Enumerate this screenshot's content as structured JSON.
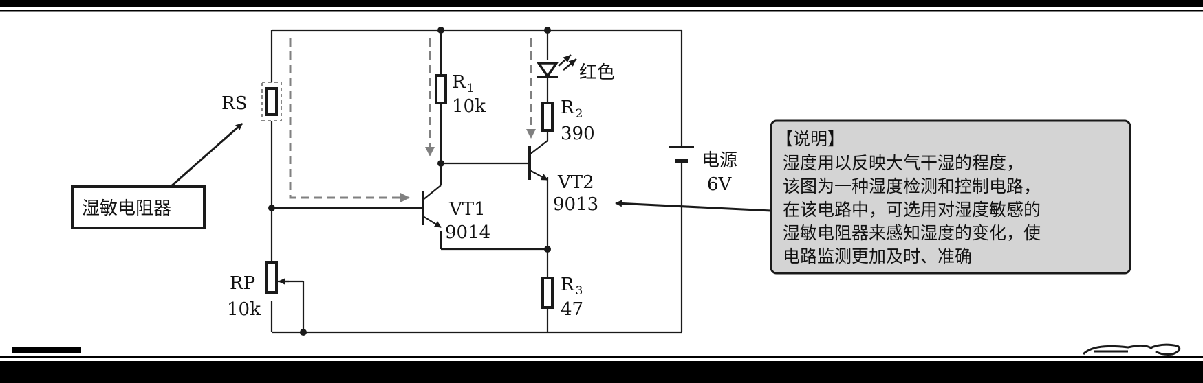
{
  "components": {
    "rs": "RS",
    "r1": "R",
    "r1_sub": "1",
    "r1_value": "10k",
    "r2": "R",
    "r2_sub": "2",
    "r2_value": "390",
    "r3": "R",
    "r3_sub": "3",
    "r3_value": "47",
    "rp": "RP",
    "rp_value": "10k",
    "vt1": "VT1",
    "vt1_model": "9014",
    "vt2": "VT2",
    "vt2_model": "9013",
    "led": "红色",
    "power": "电源",
    "power_value": "6V"
  },
  "callout": {
    "sensor": "湿敏电阻器"
  },
  "note": {
    "title": "【说明】",
    "lines": [
      "湿度用以反映大气干湿的程度，",
      "该图为一种湿度检测和控制电路，",
      "在该电路中，可选用对湿度敏感的",
      "湿敏电阻器来感知湿度的变化，使",
      "电路监测更加及时、准确"
    ]
  },
  "colors": {
    "line": "#1a1a1a",
    "dashed_path": "#808080",
    "note_fill": "#d4d4d4"
  }
}
